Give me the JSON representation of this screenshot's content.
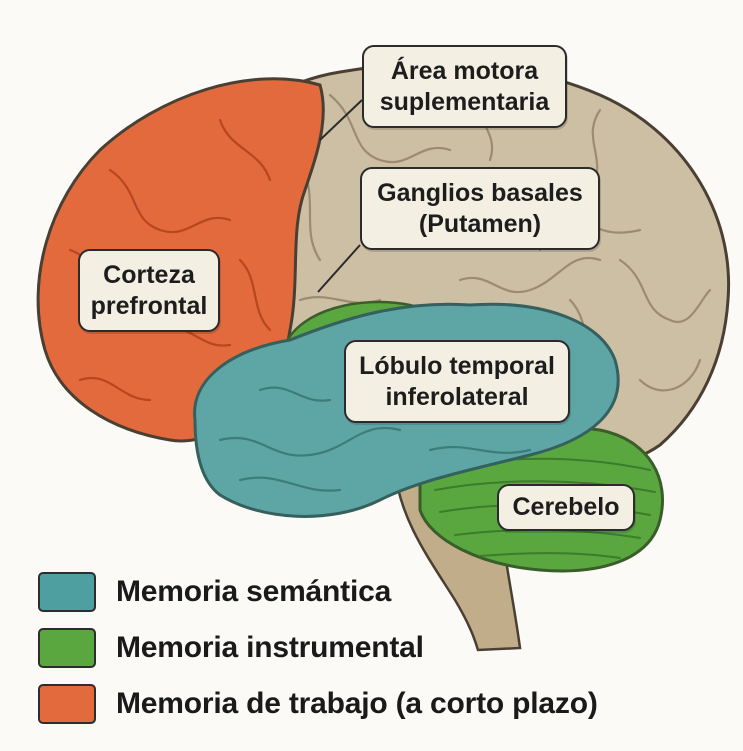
{
  "labels": {
    "sma_line1": "Área motora",
    "sma_line2": "suplementaria",
    "basal_line1": "Ganglios basales",
    "basal_line2": "(Putamen)",
    "pfc_line1": "Corteza",
    "pfc_line2": "prefrontal",
    "temporal_line1": "Lóbulo temporal",
    "temporal_line2": "inferolateral",
    "cerebellum": "Cerebelo"
  },
  "legend": [
    {
      "text": "Memoria semántica",
      "color": "#4e9fa0"
    },
    {
      "text": "Memoria instrumental",
      "color": "#5aa63f"
    },
    {
      "text": "Memoria de trabajo (a corto plazo)",
      "color": "#e26a3c"
    }
  ],
  "colors": {
    "cortex": "#cdbfa4",
    "prefrontal": "#e26a3c",
    "temporal": "#5ea6a6",
    "instrumental": "#5aa63f",
    "brainstem": "#c2ad8a"
  }
}
